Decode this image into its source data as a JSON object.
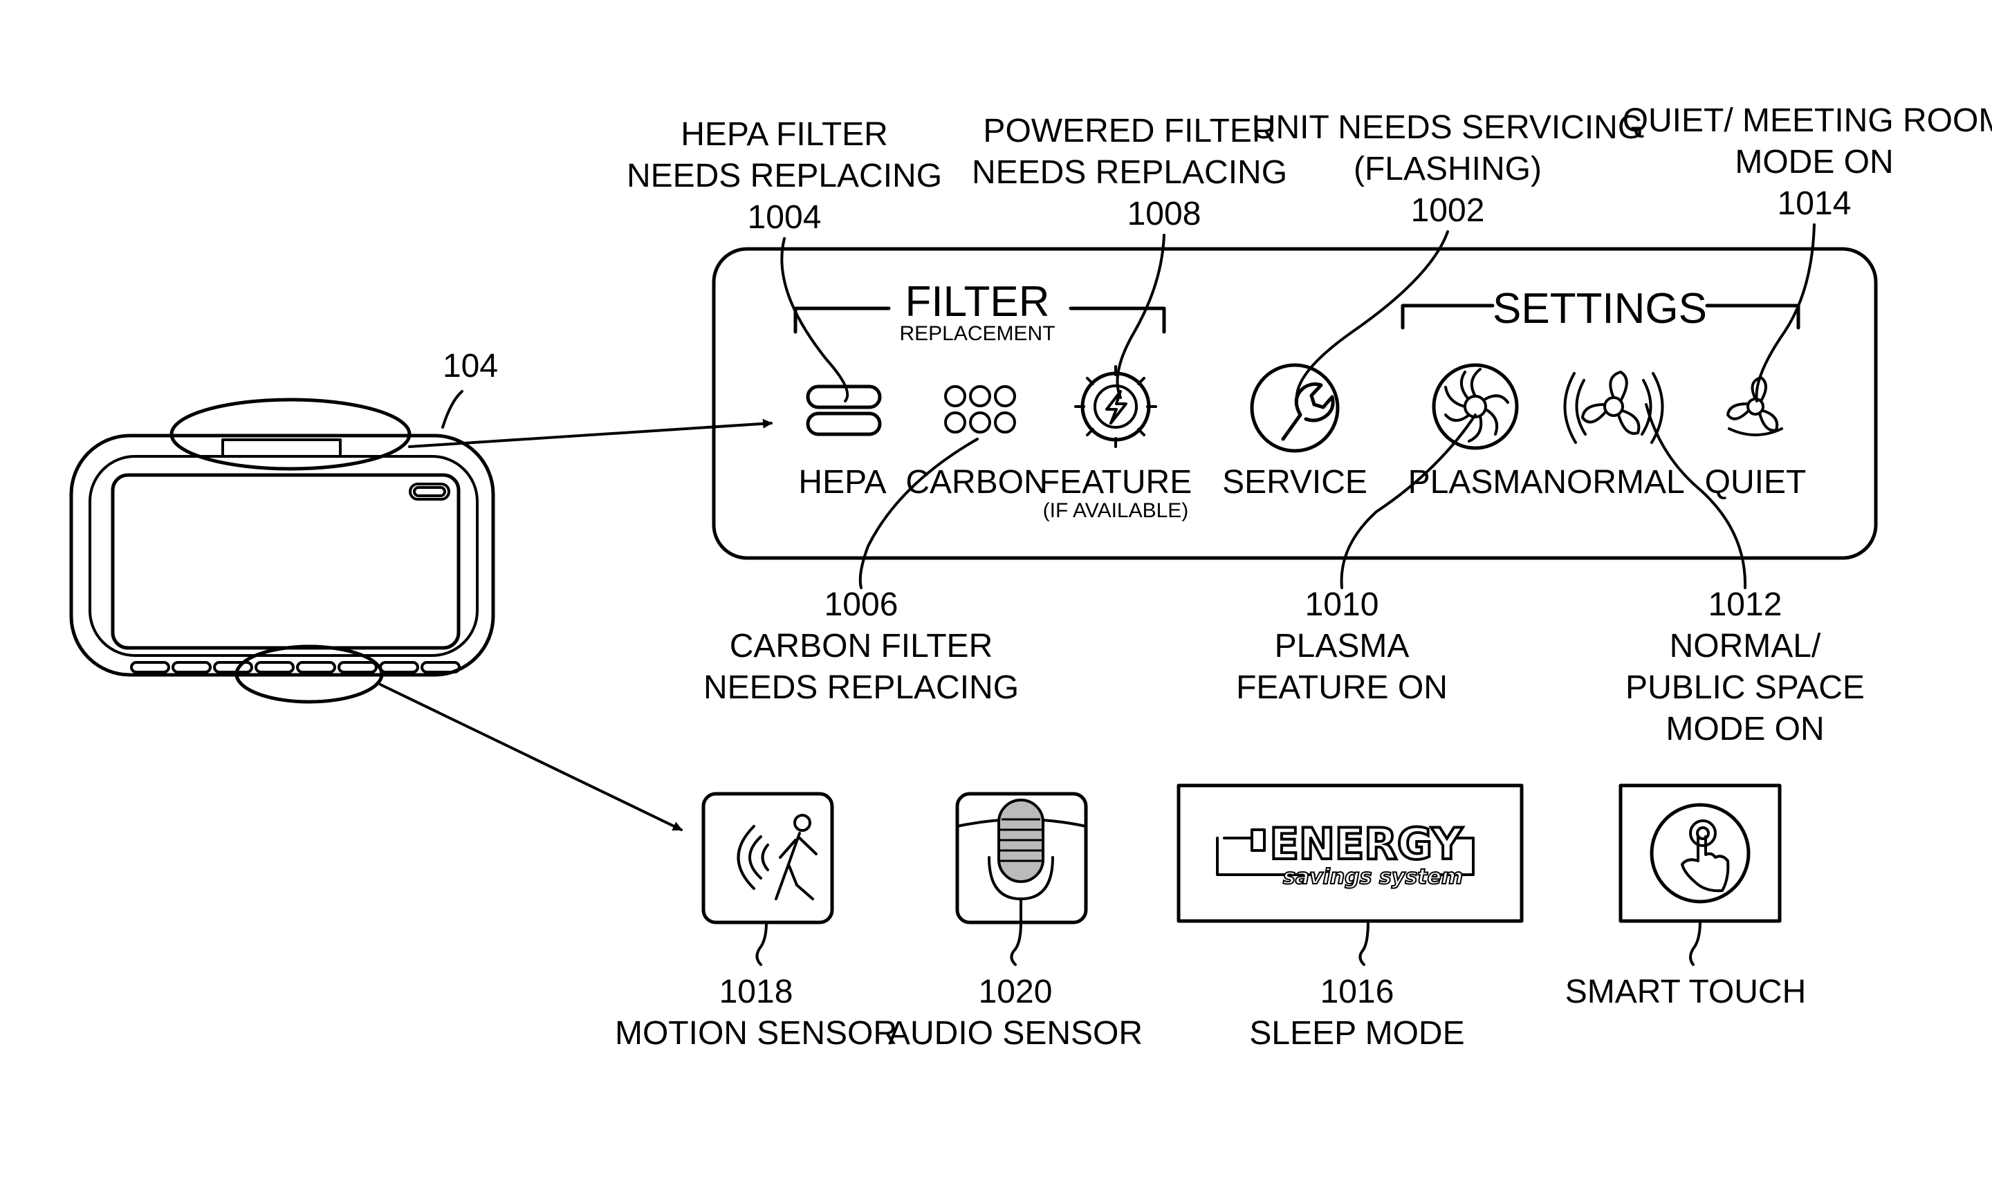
{
  "device": {
    "ref": "104"
  },
  "panel": {
    "filter_title": "FILTER",
    "filter_subtitle": "REPLACEMENT",
    "settings_title": "SETTINGS",
    "icons": {
      "hepa": "HEPA",
      "carbon": "CARBON",
      "feature": "FEATURE",
      "feature_note": "(IF AVAILABLE)",
      "service": "SERVICE",
      "plasma": "PLASMA",
      "normal": "NORMAL",
      "quiet": "QUIET"
    }
  },
  "callouts_top": [
    {
      "id": "1004",
      "line1": "HEPA FILTER",
      "line2": "NEEDS REPLACING"
    },
    {
      "id": "1008",
      "line1": "POWERED FILTER",
      "line2": "NEEDS REPLACING"
    },
    {
      "id": "1002",
      "line1": "UNIT NEEDS SERVICING",
      "line2": "(FLASHING)"
    },
    {
      "id": "1014",
      "line1": "QUIET/ MEETING ROOM",
      "line2": "MODE ON"
    }
  ],
  "callouts_bottom": [
    {
      "id": "1006",
      "line1": "CARBON FILTER",
      "line2": "NEEDS REPLACING"
    },
    {
      "id": "1010",
      "line1": "PLASMA",
      "line2": "FEATURE ON"
    },
    {
      "id": "1012",
      "line1": "NORMAL/",
      "line2": "PUBLIC SPACE",
      "line3": "MODE ON"
    }
  ],
  "sensors": [
    {
      "id": "1018",
      "label": "MOTION SENSOR",
      "icon": "motion-sensor-icon"
    },
    {
      "id": "1020",
      "label": "AUDIO SENSOR",
      "icon": "microphone-icon"
    },
    {
      "id": "1016",
      "label": "SLEEP MODE",
      "icon": "energy-savings-logo"
    },
    {
      "label": "SMART TOUCH",
      "icon": "touch-hand-icon"
    }
  ],
  "energy_logo": {
    "big": "ENERGY",
    "small": "savings system"
  }
}
